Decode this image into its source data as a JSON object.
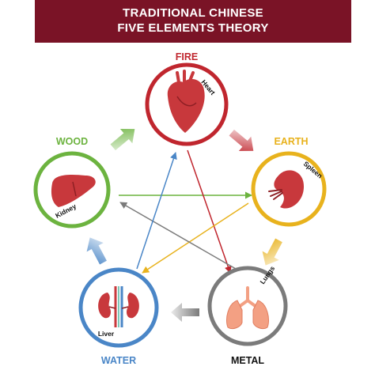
{
  "title": {
    "line1": "TRADITIONAL CHINESE",
    "line2": "FIVE ELEMENTS THEORY"
  },
  "elements": [
    {
      "key": "fire",
      "label": "FIRE",
      "organ": "Heart",
      "color": "#c0262e",
      "organ_icon": "heart-icon"
    },
    {
      "key": "earth",
      "label": "EARTH",
      "organ": "Spleen",
      "color": "#e8b21d",
      "organ_icon": "spleen-icon"
    },
    {
      "key": "metal",
      "label": "METAL",
      "organ": "Lungs",
      "color": "#7b7b7b",
      "organ_icon": "lungs-icon"
    },
    {
      "key": "water",
      "label": "WATER",
      "organ": "Liver",
      "color": "#4a86c7",
      "organ_icon": "kidneys-icon"
    },
    {
      "key": "wood",
      "label": "WOOD",
      "organ": "Kidney",
      "color": "#6cb33f",
      "organ_icon": "liver-icon"
    }
  ],
  "colors": {
    "banner": "#7a1326",
    "organ_red": "#c8383c",
    "lung_orange": "#f3a083"
  }
}
